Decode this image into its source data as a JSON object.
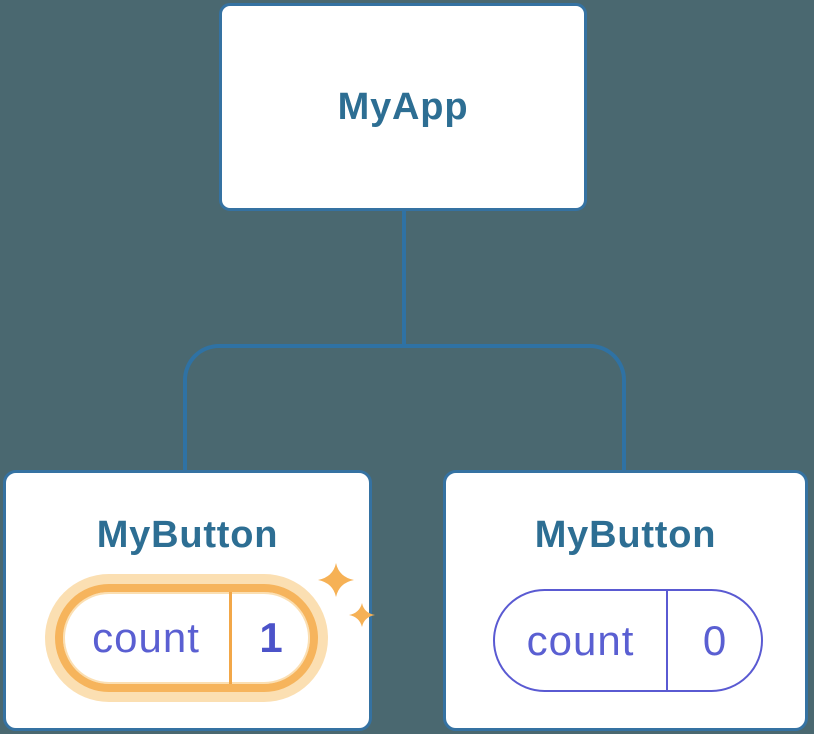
{
  "colors": {
    "bg": "#4A6870",
    "node_border": "#3572A2",
    "node_title": "#2D6E93",
    "edge": "#2F72A4",
    "state_text": "#5A5FD2",
    "state_value_strong": "#4C53C9",
    "pill_border_purple": "#5A5AD2",
    "highlight_ring": "#F6B45C",
    "highlight_halo": "#FBDFB2",
    "highlight_divider": "#F2A748",
    "sparkle": "#F6B155"
  },
  "tree": {
    "root": {
      "label": "MyApp"
    },
    "children": [
      {
        "label": "MyButton",
        "state": {
          "name": "count",
          "value": "1"
        },
        "highlighted": true,
        "icon": "sparkles-icon"
      },
      {
        "label": "MyButton",
        "state": {
          "name": "count",
          "value": "0"
        },
        "highlighted": false
      }
    ]
  }
}
